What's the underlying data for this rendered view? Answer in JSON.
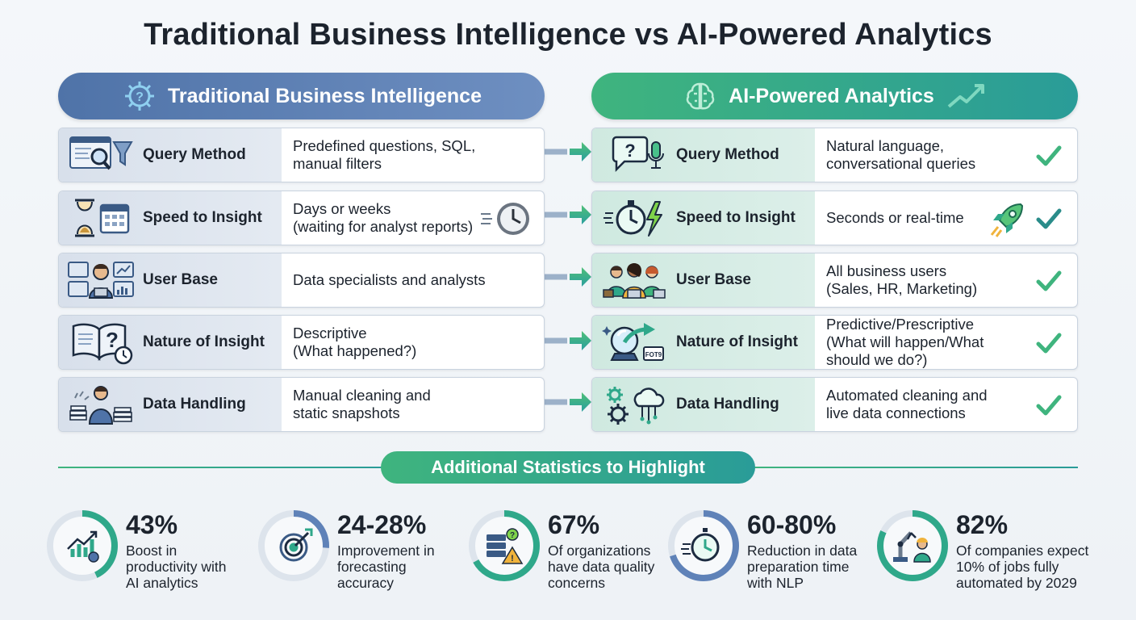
{
  "title": "Traditional Business Intelligence vs AI-Powered Analytics",
  "left_header": "Traditional Business Intelligence",
  "right_header": "AI-Powered Analytics",
  "rows": [
    {
      "label": "Query Method",
      "traditional": "Predefined questions, SQL,\nmanual filters",
      "ai": "Natural language,\nconversational queries"
    },
    {
      "label": "Speed to Insight",
      "traditional": "Days or weeks\n(waiting for analyst reports)",
      "ai": "Seconds or real-time"
    },
    {
      "label": "User Base",
      "traditional": "Data specialists and analysts",
      "ai": "All business users\n(Sales, HR, Marketing)"
    },
    {
      "label": "Nature of Insight",
      "traditional": "Descriptive\n(What happened?)",
      "ai": "Predictive/Prescriptive\n(What will happen/What\nshould we do?)"
    },
    {
      "label": "Data Handling",
      "traditional": "Manual cleaning and\nstatic snapshots",
      "ai": "Automated cleaning and\nlive data connections"
    }
  ],
  "stats_header": "Additional Statistics to Highlight",
  "stats": [
    {
      "value": "43%",
      "desc": "Boost in\nproductivity with\nAI analytics",
      "fill": 0.43,
      "icon": "growth-chart-icon"
    },
    {
      "value": "24-28%",
      "desc": "Improvement in\nforecasting\naccuracy",
      "fill": 0.26,
      "icon": "target-icon"
    },
    {
      "value": "67%",
      "desc": "Of organizations\nhave data quality\nconcerns",
      "fill": 0.67,
      "icon": "data-warning-icon"
    },
    {
      "value": "60-80%",
      "desc": "Reduction in data\npreparation time\nwith NLP",
      "fill": 0.7,
      "icon": "stopwatch-icon"
    },
    {
      "value": "82%",
      "desc": "Of companies expect\n10% of jobs fully\nautomated by 2029",
      "fill": 0.82,
      "icon": "robot-arm-icon"
    }
  ],
  "colors": {
    "traditional_accent": "#4f73a8",
    "ai_green": "#3fb47e",
    "ai_teal": "#2a9c98",
    "check": "#3fb47e",
    "ring_blue": "#5f82b8",
    "ring_green": "#2fa88a",
    "ring_track": "#dde4ec"
  }
}
